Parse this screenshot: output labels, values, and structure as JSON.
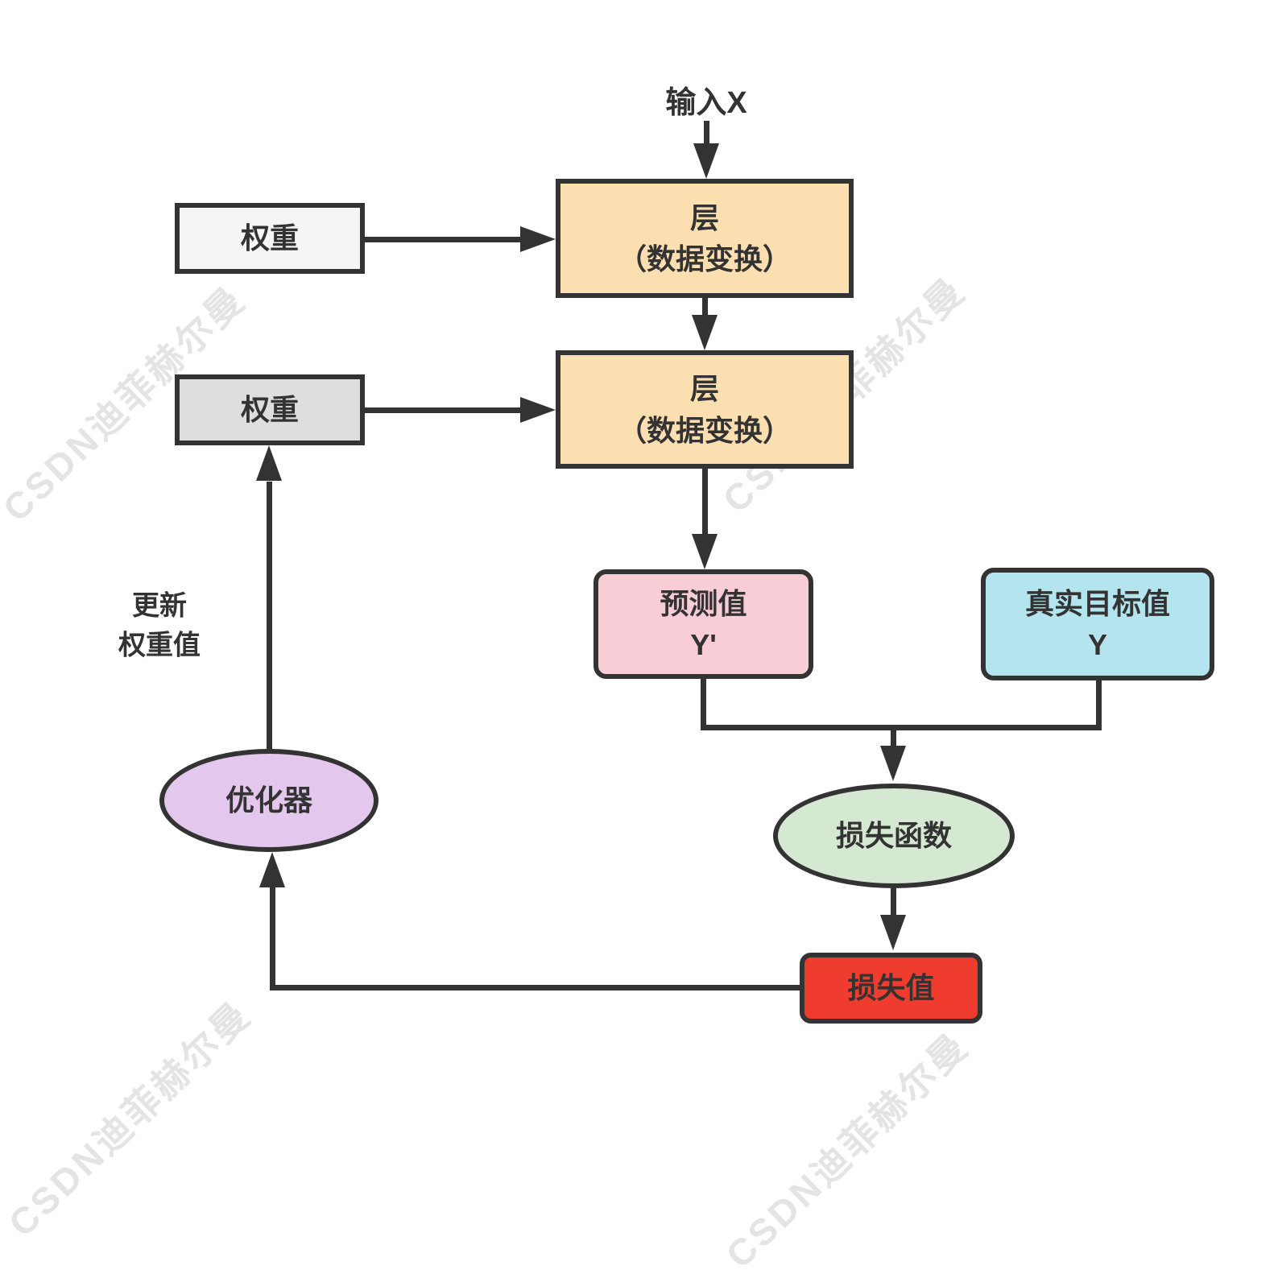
{
  "diagram": {
    "nodes": {
      "input": "输入X",
      "layer_top": {
        "title": "层",
        "subtitle": "（数据变换）"
      },
      "layer_bottom": {
        "title": "层",
        "subtitle": "（数据变换）"
      },
      "weights_top": "权重",
      "weights_bottom": "权重",
      "prediction": {
        "title": "预测值",
        "subtitle": "Y'"
      },
      "true_target": {
        "title": "真实目标值",
        "subtitle": "Y"
      },
      "loss_function": "损失函数",
      "loss_value": "损失值",
      "optimizer": "优化器",
      "update_note": {
        "line1": "更新",
        "line2": "权重值"
      }
    },
    "watermark": "CSDN迪菲赫尔曼",
    "colors": {
      "stroke": "#333333",
      "layer_fill": "#FCDFB1",
      "weights_top_fill": "#F5F5F5",
      "weights_bottom_fill": "#DEDEDE",
      "prediction_fill": "#F8CDD5",
      "true_target_fill": "#B4E4EE",
      "loss_function_fill": "#D5E8D1",
      "loss_value_fill": "#F03C2E",
      "optimizer_fill": "#E3C7EC",
      "watermark_color": "#E4E4E4"
    }
  }
}
